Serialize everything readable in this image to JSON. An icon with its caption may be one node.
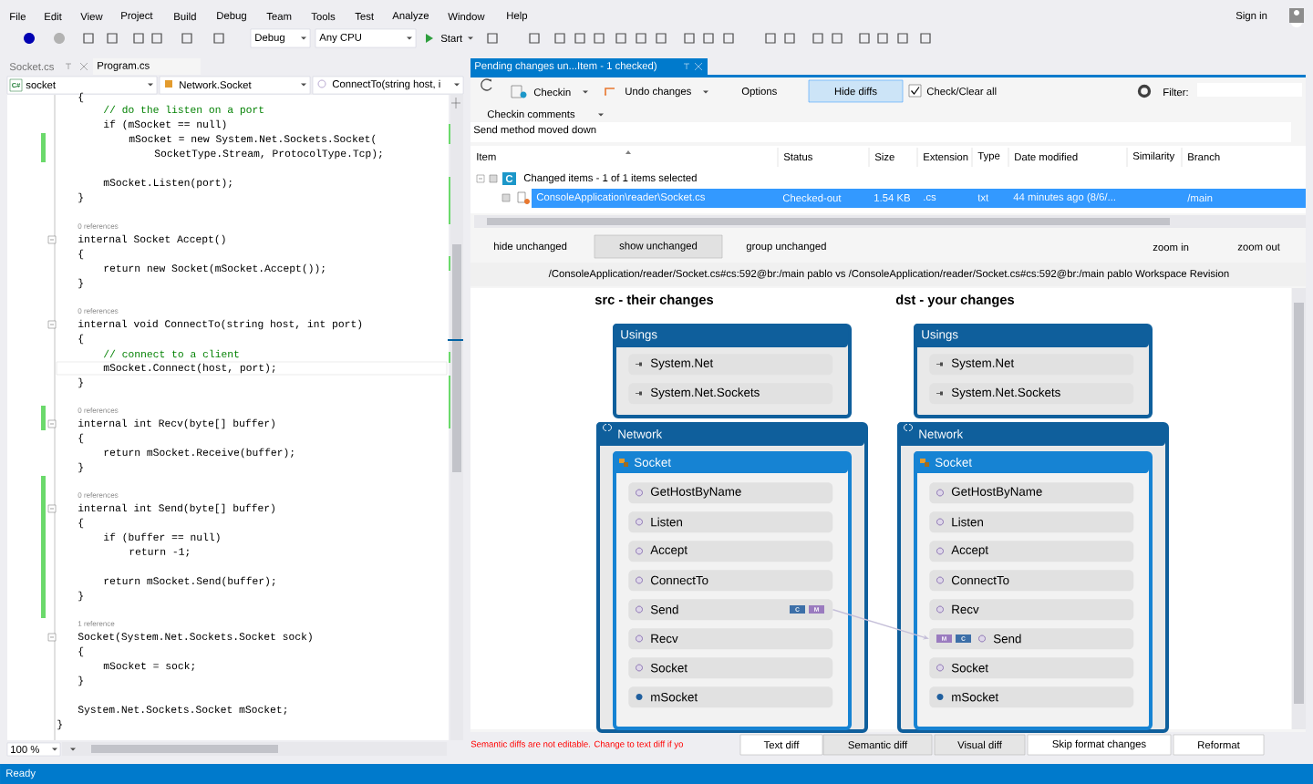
{
  "diagram": {
    "nodes": [
      {
        "text": [
          "Usings"
        ]
      },
      {
        "text": [
          "System.Net"
        ],
        "in": 0
      },
      {
        "text": [
          "System.Net.Sockets"
        ],
        "in": 0
      },
      {
        "text": [
          "Network"
        ]
      },
      {
        "text": [
          "Socket"
        ],
        "in": 3
      },
      {
        "text": [
          "GetHostByName"
        ],
        "in": 4
      },
      {
        "text": [
          "Listen"
        ],
        "in": 4
      },
      {
        "text": [
          "Accept"
        ],
        "in": 4
      },
      {
        "text": [
          "ConnectTo"
        ],
        "in": 4
      },
      {
        "text": [
          "Send",
          "C",
          "M"
        ],
        "in": 4
      },
      {
        "text": [
          "Recv"
        ],
        "in": 4
      },
      {
        "text": [
          "Socket"
        ],
        "in": 4
      },
      {
        "text": [
          "mSocket"
        ],
        "in": 4
      },
      {
        "text": [
          "Usings"
        ]
      },
      {
        "text": [
          "System.Net"
        ],
        "in": 13
      },
      {
        "text": [
          "System.Net.Sockets"
        ],
        "in": 13
      },
      {
        "text": [
          "Network"
        ]
      },
      {
        "text": [
          "Socket"
        ],
        "in": 16
      },
      {
        "text": [
          "GetHostByName"
        ],
        "in": 17
      },
      {
        "text": [
          "Listen"
        ],
        "in": 17
      },
      {
        "text": [
          "Accept"
        ],
        "in": 17
      },
      {
        "text": [
          "ConnectTo"
        ],
        "in": 17
      },
      {
        "text": [
          "Recv"
        ],
        "in": 17
      },
      {
        "text": [
          "M",
          "C",
          "Send"
        ],
        "in": 17
      },
      {
        "text": [
          "Socket"
        ],
        "in": 17
      },
      {
        "text": [
          "mSocket"
        ],
        "in": 17
      }
    ],
    "edges": [
      {
        "from": 9,
        "to": 23,
        "arrow": "to",
        "color": "#c5bfd9"
      }
    ],
    "labels": [
      "File",
      "Edit",
      "View",
      "Project",
      "Build",
      "Debug",
      "Team",
      "Tools",
      "Test",
      "Analyze",
      "Window",
      "Help",
      "Sign in",
      "Debug",
      "Any CPU",
      "Start",
      "Socket.cs",
      "Program.cs",
      "C#",
      "socket",
      "Network.Socket",
      "ConnectTo(string host, i",
      "{",
      "// do the listen on a port",
      "if (mSocket == null)",
      "mSocket = new System.Net.Sockets.Socket(",
      "SocketType.Stream, ProtocolType.Tcp);",
      "mSocket.Listen(port);",
      "}",
      "0 references",
      "internal Socket Accept()",
      "{",
      "return new Socket(mSocket.Accept());",
      "}",
      "0 references",
      "internal void ConnectTo(string host, int port)",
      "{",
      "// connect to a client",
      "mSocket.Connect(host, port);",
      "}",
      "0 references",
      "internal int Recv(byte[] buffer)",
      "{",
      "return mSocket.Receive(buffer);",
      "}",
      "0 references",
      "internal int Send(byte[] buffer)",
      "{",
      "if (buffer == null)",
      "return -1;",
      "return mSocket.Send(buffer);",
      "}",
      "1 reference",
      "Socket(System.Net.Sockets.Socket sock)",
      "{",
      "mSocket = sock;",
      "}",
      "System.Net.Sockets.Socket mSocket;",
      "}",
      "100 %",
      "Ready",
      "Pending changes un...Item - 1 checked)",
      "Checkin",
      "Undo changes",
      "Options",
      "Hide diffs",
      "Check/Clear all",
      "Filter:",
      "Checkin comments",
      "Send method moved down",
      "Item",
      "Status",
      "Size",
      "Extension",
      "Type",
      "Date modified",
      "Similarity",
      "Branch",
      "C",
      "Changed items - 1 of 1 items selected",
      "ConsoleApplication\\reader\\Socket.cs",
      "Checked-out",
      "1.54 KB",
      ".cs",
      "txt",
      "44 minutes ago (8/6/...",
      "/main",
      "hide unchanged",
      "show unchanged",
      "group unchanged",
      "zoom in",
      "zoom out",
      "/ConsoleApplication/reader/Socket.cs#cs:592@br:/main pablo vs /ConsoleApplication/reader/Socket.cs#cs:592@br:/main pablo Workspace Revision",
      "src - their changes",
      "dst - your changes",
      "Semantic diffs are not editable. Change to text diff if yo",
      "Text diff",
      "Semantic diff",
      "Visual diff",
      "Skip format changes",
      "Reformat"
    ]
  }
}
